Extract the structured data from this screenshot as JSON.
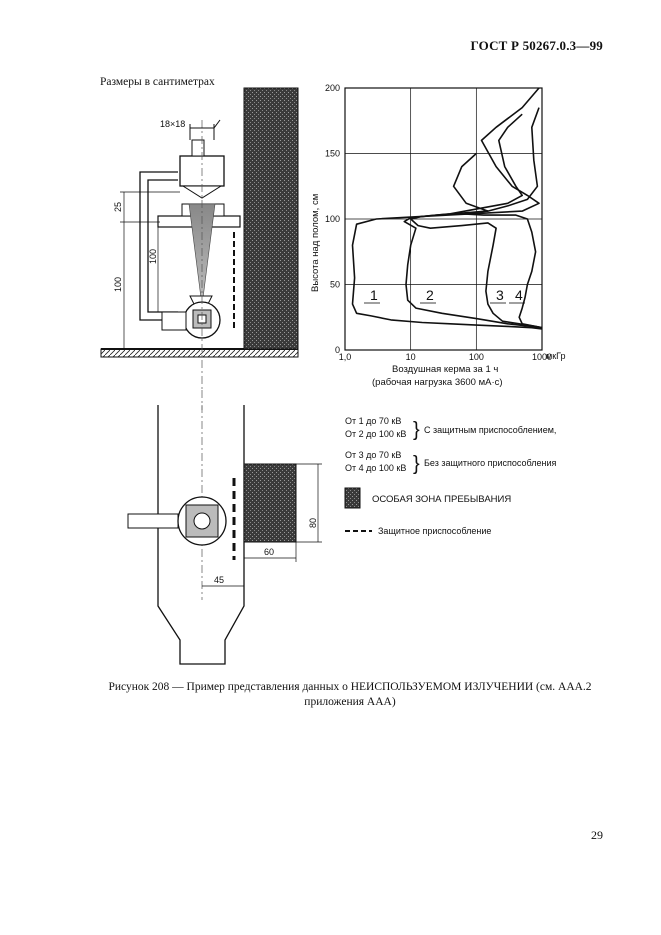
{
  "header": {
    "standard": "ГОСТ Р 50267.0.3—99"
  },
  "units_note": "Размеры в сантиметрах",
  "side_view": {
    "dims": {
      "collimator": "18×18",
      "d25": "25",
      "d100_inner": "100",
      "d100_outer": "100"
    }
  },
  "chart_data": {
    "type": "line",
    "xscale": "log",
    "xlim": [
      1,
      1000
    ],
    "ylim": [
      0,
      200
    ],
    "x_ticks": [
      "1,0",
      "10",
      "100",
      "1000"
    ],
    "x_unit": "мкГр",
    "y_ticks": [
      "0",
      "50",
      "100",
      "150",
      "200"
    ],
    "ylabel": "Высота над полом, см",
    "xlabel": "Воздушная керма за 1 ч",
    "xlabel2": "(рабочая нагрузка 3600 мА·с)",
    "grid": true,
    "series": [
      {
        "name": "1",
        "points": [
          [
            900,
            200
          ],
          [
            500,
            185
          ],
          [
            200,
            170
          ],
          [
            120,
            160
          ],
          [
            200,
            140
          ],
          [
            350,
            125
          ],
          [
            600,
            118
          ],
          [
            900,
            112
          ],
          [
            500,
            106
          ],
          [
            15,
            102
          ],
          [
            3,
            100
          ],
          [
            1.5,
            96
          ],
          [
            1.3,
            80
          ],
          [
            1.4,
            55
          ],
          [
            1.3,
            35
          ],
          [
            1.5,
            28
          ],
          [
            2.5,
            26
          ],
          [
            5,
            23
          ],
          [
            15,
            21
          ],
          [
            40,
            20
          ],
          [
            100,
            19
          ],
          [
            300,
            18
          ],
          [
            700,
            17
          ],
          [
            1000,
            16
          ]
        ]
      },
      {
        "name": "2",
        "points": [
          [
            100,
            150
          ],
          [
            60,
            140
          ],
          [
            45,
            125
          ],
          [
            70,
            112
          ],
          [
            150,
            106
          ],
          [
            25,
            103
          ],
          [
            10,
            101
          ],
          [
            8,
            98
          ],
          [
            12,
            93
          ],
          [
            10,
            80
          ],
          [
            9,
            65
          ],
          [
            8.5,
            50
          ],
          [
            9,
            38
          ],
          [
            12,
            32
          ],
          [
            30,
            28
          ],
          [
            100,
            24
          ],
          [
            300,
            20
          ],
          [
            700,
            18
          ],
          [
            1000,
            17
          ]
        ]
      },
      {
        "name": "3",
        "points": [
          [
            500,
            180
          ],
          [
            300,
            170
          ],
          [
            220,
            160
          ],
          [
            270,
            140
          ],
          [
            400,
            125
          ],
          [
            500,
            118
          ],
          [
            300,
            112
          ],
          [
            40,
            104
          ],
          [
            15,
            102
          ],
          [
            10,
            100
          ],
          [
            13,
            95
          ],
          [
            20,
            93
          ],
          [
            60,
            95
          ],
          [
            150,
            97
          ],
          [
            200,
            93
          ],
          [
            180,
            80
          ],
          [
            150,
            60
          ],
          [
            140,
            45
          ],
          [
            150,
            35
          ],
          [
            180,
            28
          ],
          [
            250,
            22
          ],
          [
            450,
            20
          ],
          [
            800,
            18
          ],
          [
            1000,
            17
          ]
        ]
      },
      {
        "name": "4",
        "points": [
          [
            900,
            185
          ],
          [
            700,
            170
          ],
          [
            750,
            145
          ],
          [
            850,
            125
          ],
          [
            600,
            115
          ],
          [
            300,
            110
          ],
          [
            150,
            106
          ],
          [
            60,
            104
          ],
          [
            130,
            103
          ],
          [
            400,
            103
          ],
          [
            600,
            100
          ],
          [
            700,
            90
          ],
          [
            800,
            75
          ],
          [
            700,
            60
          ],
          [
            600,
            50
          ],
          [
            550,
            40
          ],
          [
            500,
            32
          ],
          [
            450,
            25
          ],
          [
            500,
            20
          ],
          [
            800,
            18
          ],
          [
            1000,
            17
          ]
        ]
      }
    ]
  },
  "legend": {
    "group1_line1": "От 1 до 70 кВ",
    "group1_line2": "От 2 до 100 кВ",
    "group1_label": "С защитным приспособлением,",
    "group2_line1": "От 3 до 70 кВ",
    "group2_line2": "От 4 до 100 кВ",
    "group2_label": "Без защитного приспособления",
    "zone_label": "ОСОБАЯ ЗОНА ПРЕБЫВАНИЯ",
    "shield_label": "Защитное приспособление"
  },
  "plan_view": {
    "dims": {
      "d80": "80",
      "d60": "60",
      "d45": "45"
    }
  },
  "caption": {
    "line1": "Рисунок 208 — Пример представления данных о НЕИСПОЛЬЗУЕМОМ ИЗЛУЧЕНИИ (см. ААА.2",
    "line2": "приложения ААА)"
  },
  "page_number": "29"
}
